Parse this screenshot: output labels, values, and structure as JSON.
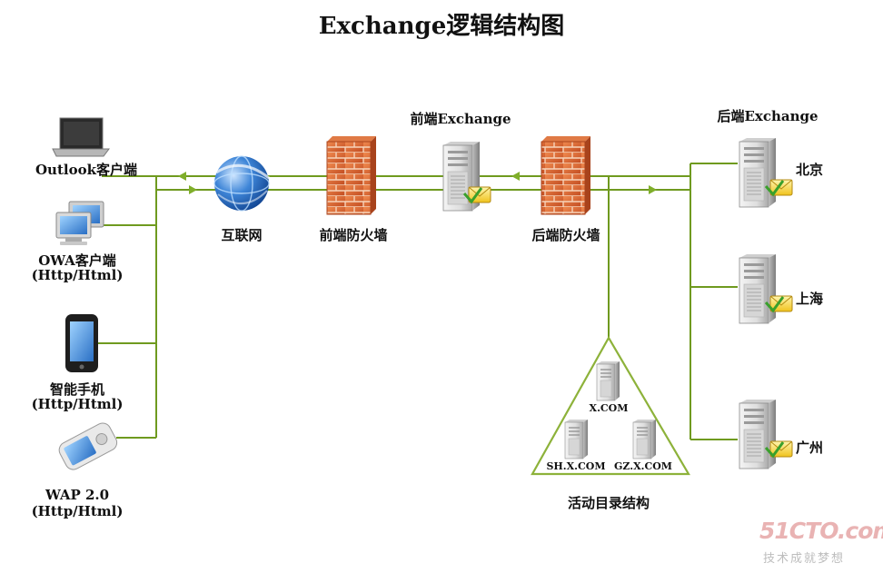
{
  "title": "Exchange逻辑结构图",
  "clients": [
    {
      "label": "Outlook客户端",
      "sub": ""
    },
    {
      "label": "OWA客户端",
      "sub": "(Http/Html)"
    },
    {
      "label": "智能手机",
      "sub": "(Http/Html)"
    },
    {
      "label": "WAP 2.0",
      "sub": "(Http/Html)"
    }
  ],
  "internet_label": "互联网",
  "front_firewall_label": "前端防火墙",
  "front_exchange_label": "前端Exchange",
  "back_firewall_label": "后端防火墙",
  "back_exchange_label": "后端Exchange",
  "back_servers": [
    "北京",
    "上海",
    "广州"
  ],
  "ad": {
    "label": "活动目录结构",
    "root": "X.COM",
    "children": [
      "SH.X.COM",
      "GZ.X.COM"
    ]
  },
  "watermark": {
    "brand": "51CTO.com",
    "slogan": "技术成就梦想"
  },
  "colors": {
    "link": "#6f9a1f",
    "arrow": "#7fae2a",
    "brick": "#d2592a",
    "triangle": "#8db23a"
  }
}
